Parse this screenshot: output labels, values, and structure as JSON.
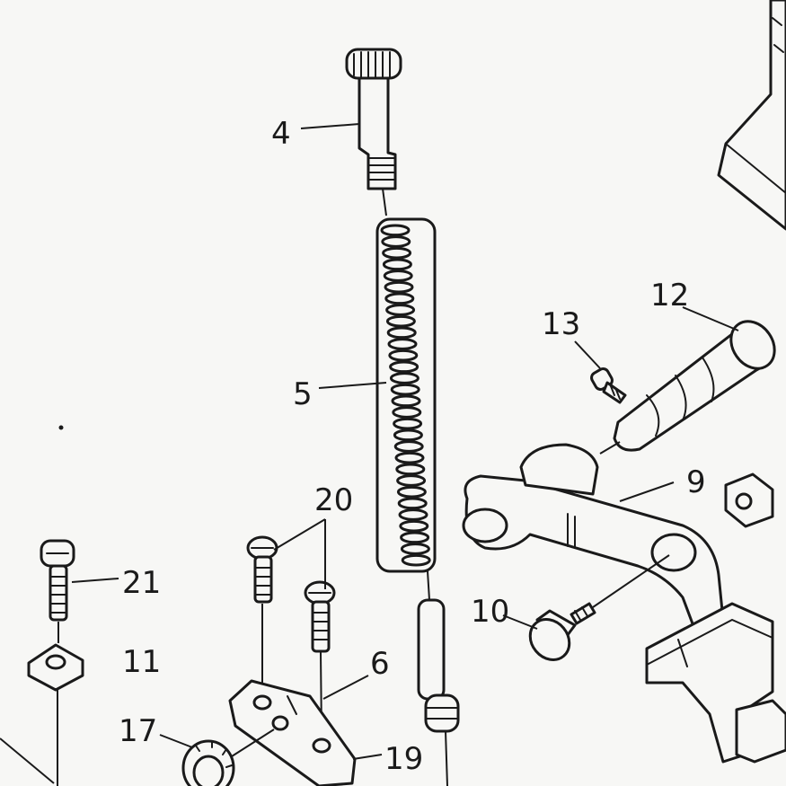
{
  "diagram": {
    "labels": {
      "p4": "4",
      "p5": "5",
      "p6": "6",
      "p9": "9",
      "p10": "10",
      "p11": "11",
      "p12": "12",
      "p13": "13",
      "p17": "17",
      "p19": "19",
      "p20": "20",
      "p21": "21"
    },
    "ink_color": "#1a1a1a",
    "paper_color": "#f7f7f5"
  }
}
